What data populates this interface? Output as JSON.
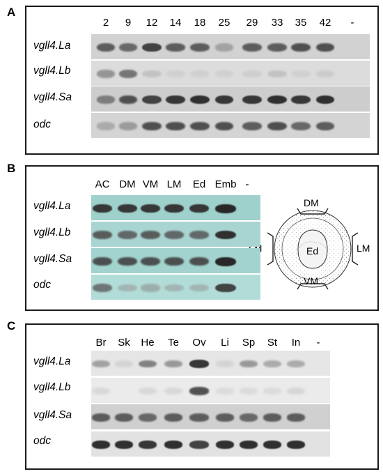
{
  "panels": [
    {
      "letter": "A",
      "lanes": [
        "2",
        "9",
        "12",
        "14",
        "18",
        "25",
        "29",
        "33",
        "35",
        "42",
        "-"
      ],
      "genes": [
        {
          "name": "vgll4.La",
          "gel": "#d2d2d2",
          "intensity": [
            0.75,
            0.7,
            0.85,
            0.75,
            0.75,
            0.4,
            0.75,
            0.75,
            0.8,
            0.8,
            0
          ]
        },
        {
          "name": "vgll4.Lb",
          "gel": "#dcdcdc",
          "intensity": [
            0.5,
            0.65,
            0.2,
            0.06,
            0.06,
            0.06,
            0.08,
            0.2,
            0.06,
            0.12,
            0
          ]
        },
        {
          "name": "vgll4.Sa",
          "gel": "#cdcdcd",
          "intensity": [
            0.6,
            0.8,
            0.85,
            0.9,
            0.95,
            0.9,
            0.9,
            0.95,
            0.9,
            0.95,
            0
          ]
        },
        {
          "name": "odc",
          "gel": "#d4d4d4",
          "intensity": [
            0.35,
            0.45,
            0.8,
            0.8,
            0.8,
            0.8,
            0.75,
            0.8,
            0.7,
            0.75,
            0
          ]
        }
      ]
    },
    {
      "letter": "B",
      "lanes": [
        "AC",
        "DM",
        "VM",
        "LM",
        "Ed",
        "Emb",
        "-"
      ],
      "genes": [
        {
          "name": "vgll4.La",
          "gel": "#9ed0cc",
          "intensity": [
            0.9,
            0.9,
            0.9,
            0.9,
            0.9,
            1,
            0
          ]
        },
        {
          "name": "vgll4.Lb",
          "gel": "#a8d5d2",
          "intensity": [
            0.75,
            0.7,
            0.75,
            0.7,
            0.7,
            0.95,
            0
          ]
        },
        {
          "name": "vgll4.Sa",
          "gel": "#a2d3ce",
          "intensity": [
            0.8,
            0.8,
            0.8,
            0.8,
            0.8,
            1,
            0
          ]
        },
        {
          "name": "odc",
          "gel": "#b2dcd8",
          "intensity": [
            0.65,
            0.3,
            0.35,
            0.3,
            0.3,
            0.85,
            0
          ]
        }
      ],
      "diagram": {
        "labels": [
          "DM",
          "LM",
          "LM",
          "VM",
          "Ed"
        ]
      }
    },
    {
      "letter": "C",
      "lanes": [
        "Br",
        "Sk",
        "He",
        "Te",
        "Ov",
        "Li",
        "Sp",
        "St",
        "In",
        "-"
      ],
      "genes": [
        {
          "name": "vgll4.La",
          "gel": "#e6e6e6",
          "intensity": [
            0.45,
            0.1,
            0.6,
            0.5,
            0.9,
            0.1,
            0.5,
            0.4,
            0.4,
            0
          ]
        },
        {
          "name": "vgll4.Lb",
          "gel": "#ebebeb",
          "intensity": [
            0.08,
            0,
            0.08,
            0.08,
            0.8,
            0.05,
            0.05,
            0.05,
            0.1,
            0
          ]
        },
        {
          "name": "vgll4.Sa",
          "gel": "#d0d0d0",
          "intensity": [
            0.75,
            0.75,
            0.7,
            0.75,
            0.75,
            0.75,
            0.7,
            0.75,
            0.75,
            0
          ]
        },
        {
          "name": "odc",
          "gel": "#e2e2e2",
          "intensity": [
            0.95,
            0.95,
            0.9,
            0.95,
            0.85,
            0.95,
            0.95,
            0.95,
            0.95,
            0
          ]
        }
      ]
    }
  ]
}
